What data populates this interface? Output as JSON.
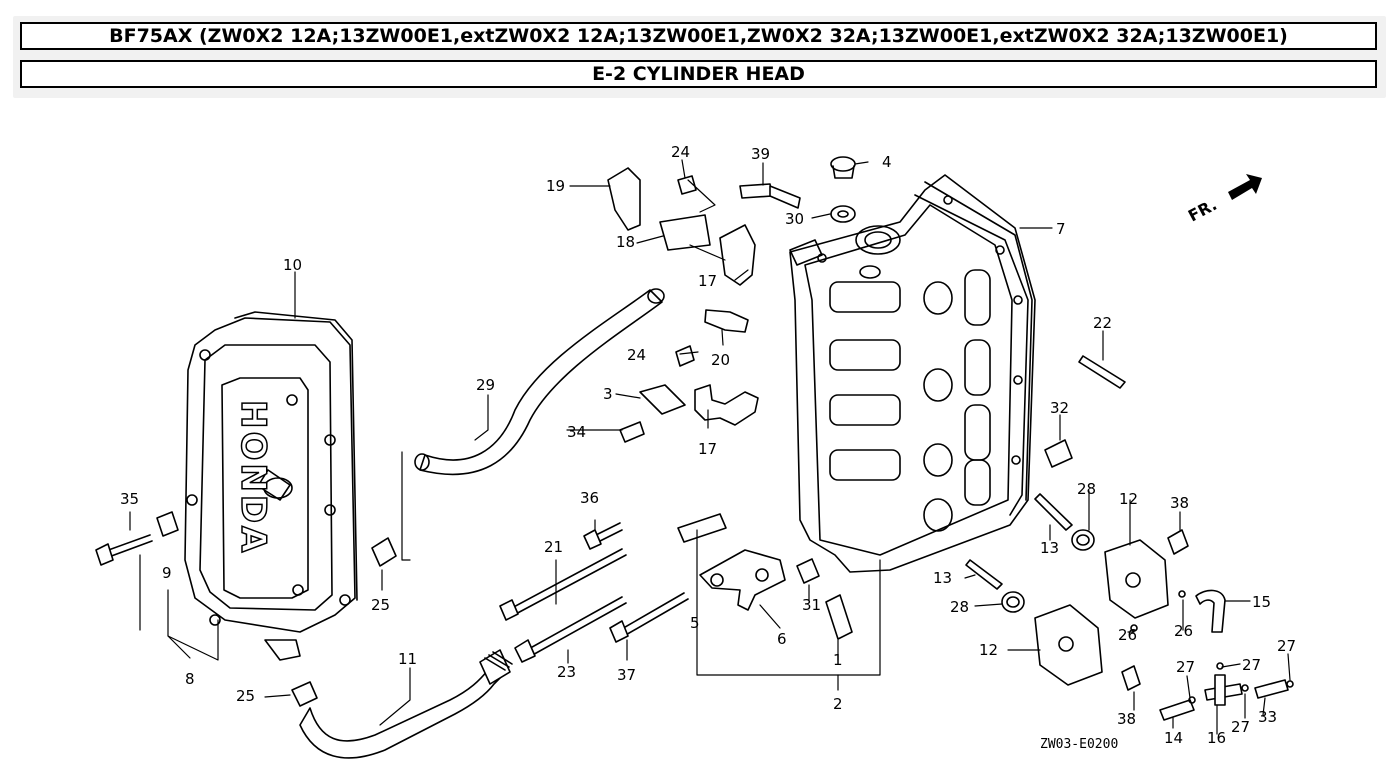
{
  "header": {
    "model_title": "BF75AX (ZW0X2 12A;13ZW00E1,extZW0X2 12A;13ZW00E1,ZW0X2 32A;13ZW00E1,extZW0X2 32A;13ZW00E1)",
    "section_title": "E-2 CYLINDER HEAD"
  },
  "diagram": {
    "callouts": {
      "c1": "1",
      "c2": "2",
      "c3": "3",
      "c4": "4",
      "c5": "5",
      "c6": "6",
      "c7": "7",
      "c8": "8",
      "c9": "9",
      "c10": "10",
      "c11": "11",
      "c12a": "12",
      "c12b": "12",
      "c13a": "13",
      "c13b": "13",
      "c14": "14",
      "c15": "15",
      "c16": "16",
      "c17a": "17",
      "c17b": "17",
      "c18": "18",
      "c19": "19",
      "c20": "20",
      "c21": "21",
      "c22": "22",
      "c23": "23",
      "c24a": "24",
      "c24b": "24",
      "c25a": "25",
      "c25b": "25",
      "c26a": "26",
      "c26b": "26",
      "c27a": "27",
      "c27b": "27",
      "c27c": "27",
      "c27d": "27",
      "c28a": "28",
      "c28b": "28",
      "c29": "29",
      "c30": "30",
      "c31": "31",
      "c32": "32",
      "c33": "33",
      "c34": "34",
      "c35": "35",
      "c36": "36",
      "c37": "37",
      "c38a": "38",
      "c38b": "38",
      "c39": "39"
    },
    "front_label": "FR.",
    "cover_logo": "HONDA",
    "drawing_code": "ZW03-E0200"
  }
}
